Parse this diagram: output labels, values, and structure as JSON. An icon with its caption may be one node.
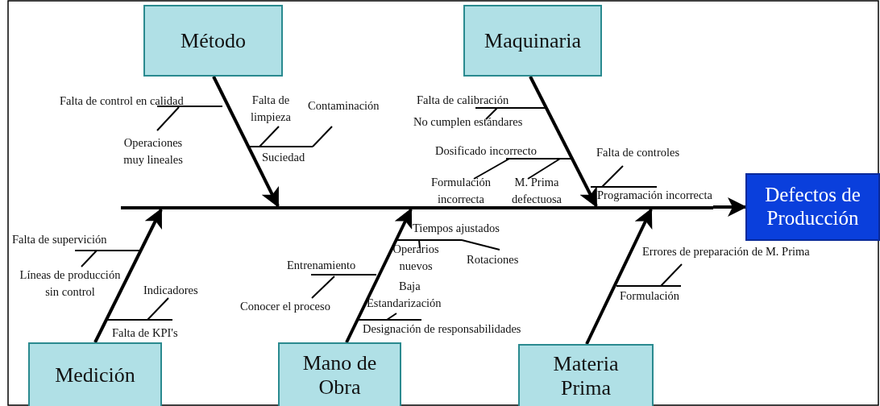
{
  "diagram": {
    "nodes": [
      {
        "text": [
          "Método"
        ]
      },
      {
        "text": [
          "Maquinaria"
        ]
      },
      {
        "text": [
          "Defectos de Producción"
        ]
      },
      {
        "text": [
          "Medición"
        ]
      },
      {
        "text": [
          "Mano de Obra"
        ]
      },
      {
        "text": [
          "Materia Prima"
        ]
      },
      {
        "text": [],
        "shape": "bar"
      }
    ],
    "edges": [
      {
        "from": 0,
        "to": 6,
        "arrow": "to"
      },
      {
        "from": 1,
        "to": 6,
        "arrow": "to"
      },
      {
        "from": 3,
        "to": 6,
        "arrow": "to"
      },
      {
        "from": 4,
        "to": 6,
        "arrow": "to"
      },
      {
        "from": 5,
        "to": 6,
        "arrow": "to"
      },
      {
        "from": 6,
        "to": 2,
        "arrow": "to"
      }
    ],
    "labels": [
      "Falta de control en calidad",
      "Falta de limpieza",
      "Contaminación",
      "Operaciones muy lineales",
      "Suciedad",
      "Falta de calibración",
      "No cumplen estándares",
      "Dosificado incorrecto",
      "Falta de controles",
      "Formulación incorrecta",
      "M. Prima defectuosa",
      "Programación incorrecta",
      "Tiempos ajustados",
      "Falta de supervición",
      "Operarios nuevos",
      "Rotaciones",
      "Errores de preparación de M. Prima",
      "Entrenamiento",
      "Líneas de producción sin control",
      "Indicadores",
      "Baja Estandarización",
      "Formulación",
      "Conocer el proceso",
      "Falta de KPI's",
      "Designación de responsabilidades"
    ]
  }
}
